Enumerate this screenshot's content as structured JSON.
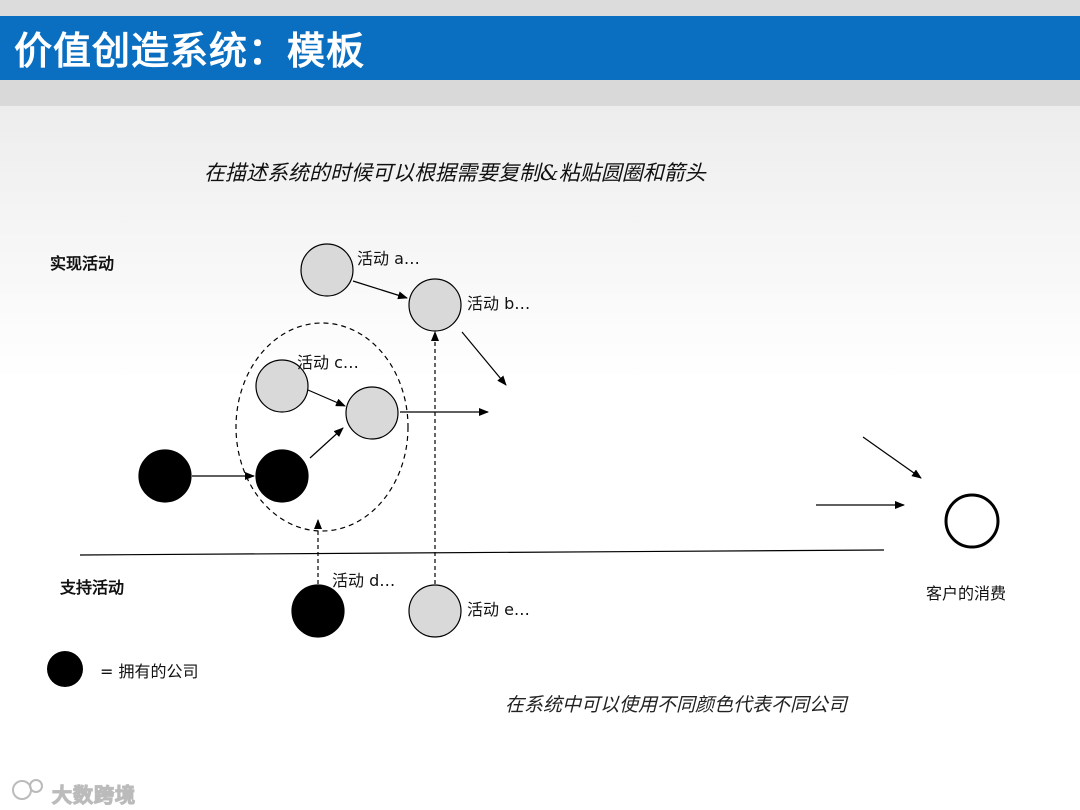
{
  "slide": {
    "title": "价值创造系统：模板",
    "subtitle": "在描述系统的时候可以根据需要复制&粘贴圆圈和箭头",
    "note": "在系统中可以使用不同颜色代表不同公司"
  },
  "labels": {
    "primary": "实现活动",
    "support": "支持活动",
    "customer": "客户的消费",
    "activity_a": "活动 a…",
    "activity_b": "活动 b…",
    "activity_c": "活动 c…",
    "activity_d": "活动 d…",
    "activity_e": "活动 e…"
  },
  "legend": {
    "owned_company": "= 拥有的公司"
  },
  "watermark": "大数跨境",
  "colors": {
    "title_bar": "#0a6fc1",
    "activity_fill": "#d9d9d9",
    "owned_fill": "#000000"
  }
}
